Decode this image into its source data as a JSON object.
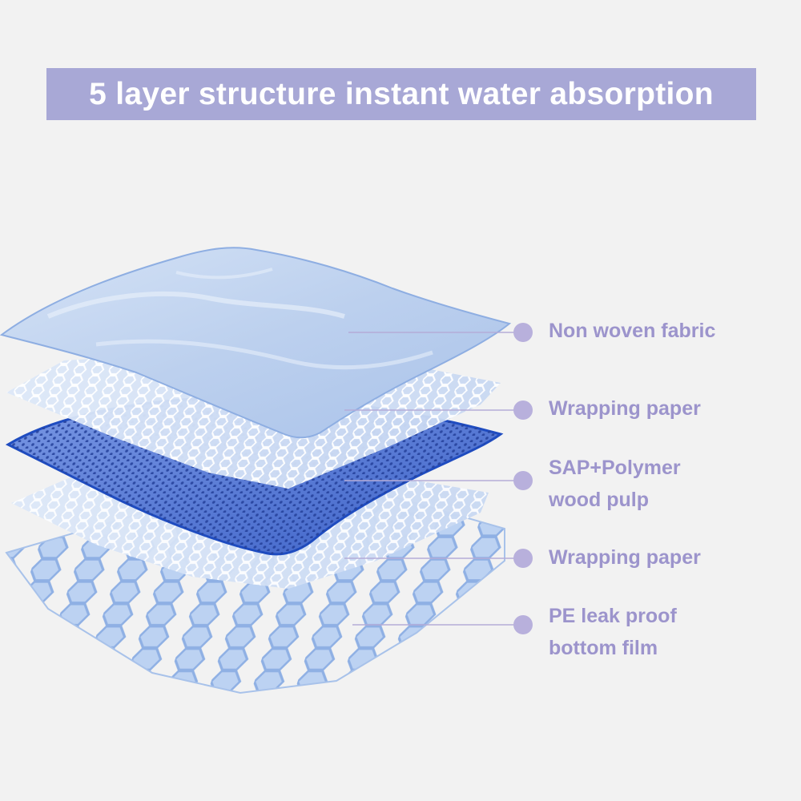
{
  "title": "5 layer structure instant water absorption",
  "colors": {
    "background": "#f2f2f2",
    "banner": "#a8a8d6",
    "label_text": "#9c94cc",
    "leader_dot": "#b8b0dc",
    "top_fabric": "#c4d6f0",
    "sap_layer": "#4a6fd0",
    "bottom_film": "#a8c4ec"
  },
  "layers": [
    {
      "lines": [
        "Non woven fabric"
      ]
    },
    {
      "lines": [
        "Wrapping paper"
      ]
    },
    {
      "lines": [
        "SAP+Polymer",
        "wood pulp"
      ]
    },
    {
      "lines": [
        "Wrapping paper"
      ]
    },
    {
      "lines": [
        "PE leak proof",
        "bottom film"
      ]
    }
  ]
}
